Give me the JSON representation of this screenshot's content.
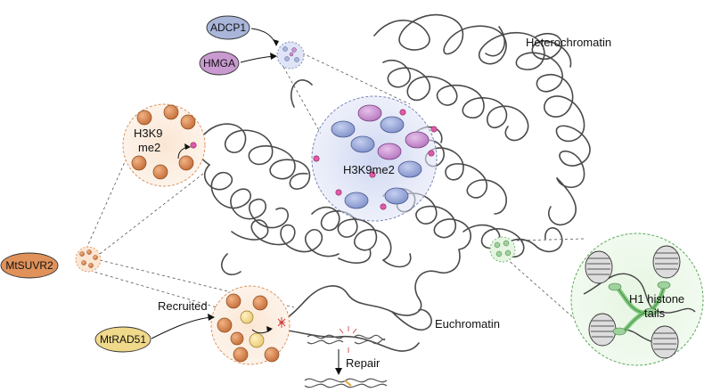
{
  "labels": {
    "heterochromatin": "Heterochromatin",
    "euchromatin": "Euchromatin",
    "h3k9me2_center": "H3K9me2",
    "h3k9_line1": "H3K9",
    "h3k9_line2": "me2",
    "recruited": "Recruited",
    "repair": "Repair",
    "h1_line1": "H1 histone",
    "h1_line2": "tails"
  },
  "proteins": {
    "adcp1": "ADCP1",
    "hmga": "HMGA",
    "mtsuvr2": "MtSUVR2",
    "mtrad51": "MtRAD51"
  },
  "colors": {
    "adcp1": "#a9b6da",
    "hmga": "#c99ad0",
    "mtsuvr2": "#e0925a",
    "mtrad51": "#f0d98a",
    "hetero_blue": "#8f9fd2",
    "hetero_purple": "#c88ccd",
    "mark_pink": "#e05aa8",
    "orange_ball": "#d98a52",
    "h1_green": "#9fd29c",
    "chromatin": "#4a4a4a"
  }
}
